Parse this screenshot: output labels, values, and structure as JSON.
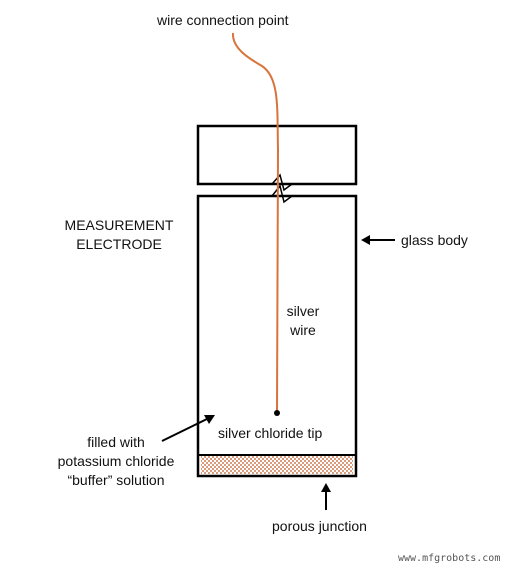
{
  "labels": {
    "wire_connection": "wire connection point",
    "measurement_line1": "MEASUREMENT",
    "measurement_line2": "ELECTRODE",
    "glass_body": "glass body",
    "silver_line1": "silver",
    "silver_line2": "wire",
    "silver_chloride_tip": "silver chloride tip",
    "filled_line1": "filled with",
    "filled_line2": "potassium chloride",
    "filled_line3": "“buffer” solution",
    "porous_junction": "porous junction"
  },
  "watermark": "www.mfgrobots.com",
  "colors": {
    "wire": "#d9733b",
    "outline": "#000000",
    "junction_dots": "#c2541f"
  }
}
